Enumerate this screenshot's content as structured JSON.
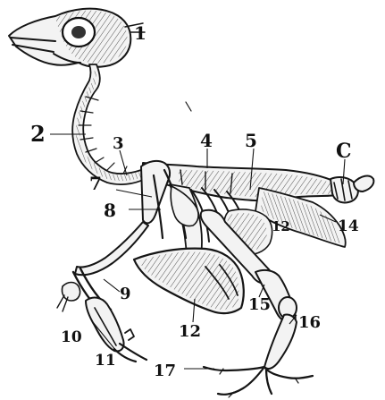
{
  "figure": {
    "labels": {
      "l1": "1",
      "l2": "2",
      "l3": "3",
      "l4": "4",
      "l5": "5",
      "l6": "C",
      "l7": "7",
      "l8": "8",
      "l9": "9",
      "l10": "10",
      "l11": "11",
      "l12a": "12",
      "l12b": "12",
      "l14": "14",
      "l15": "15",
      "l16": "16",
      "l17": "17"
    }
  }
}
